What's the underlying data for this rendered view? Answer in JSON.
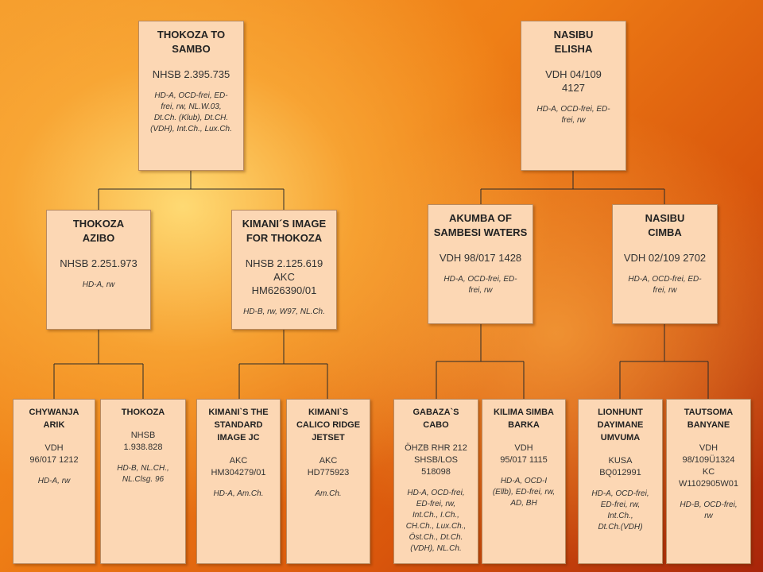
{
  "pedigree": {
    "sire": {
      "name": "THOKOZA TO\nSAMBO",
      "reg": "NHSB 2.395.735",
      "titles": "HD-A, OCD-frei, ED-\nfrei, rw, NL.W.03,\nDt.Ch. (Klub), Dt.CH.\n(VDH), Int.Ch., Lux.Ch."
    },
    "dam": {
      "name": "NASIBU\nELISHA",
      "reg": "VDH 04/109\n4127",
      "titles": "HD-A, OCD-frei, ED-\nfrei, rw"
    },
    "sire_sire": {
      "name": "THOKOZA\nAZIBO",
      "reg": "NHSB 2.251.973",
      "titles": "HD-A, rw"
    },
    "sire_dam": {
      "name": "KIMANI´S IMAGE\nFOR THOKOZA",
      "reg": "NHSB 2.125.619\nAKC\nHM626390/01",
      "titles": "HD-B, rw, W97, NL.Ch."
    },
    "dam_sire": {
      "name": "AKUMBA OF\nSAMBESI WATERS",
      "reg": "VDH 98/017 1428",
      "titles": "HD-A, OCD-frei, ED-\nfrei, rw"
    },
    "dam_dam": {
      "name": "NASIBU\nCIMBA",
      "reg": "VDH 02/109 2702",
      "titles": "HD-A, OCD-frei, ED-\nfrei, rw"
    },
    "g1": {
      "name": "CHYWANJA\nARIK",
      "reg": "VDH\n96/017 1212",
      "titles": "HD-A, rw"
    },
    "g2": {
      "name": "THOKOZA",
      "reg": "NHSB\n1.938.828",
      "titles": "HD-B, NL.CH.,\nNL.Clsg. 96"
    },
    "g3": {
      "name": "KIMANI`S THE\nSTANDARD\nIMAGE JC",
      "reg": "AKC\nHM304279/01",
      "titles": "HD-A, Am.Ch."
    },
    "g4": {
      "name": "KIMANI`S\nCALICO RIDGE\nJETSET",
      "reg": "AKC\nHD775923",
      "titles": "Am.Ch."
    },
    "g5": {
      "name": "GABAZA`S\nCABO",
      "reg": "ÖHZB RHR 212\nSHSB/LOS\n518098",
      "titles": "HD-A, OCD-frei,\nED-frei, rw,\nInt.Ch., I.Ch.,\nCH.Ch., Lux.Ch.,\nÖst.Ch., Dt.Ch.\n(VDH), NL.Ch."
    },
    "g6": {
      "name": "KILIMA SIMBA\nBARKA",
      "reg": "VDH\n95/017 1115",
      "titles": "HD-A, OCD-I\n(Ellb), ED-frei, rw,\nAD, BH"
    },
    "g7": {
      "name": "LIONHUNT\nDAYIMANE\nUMVUMA",
      "reg": "KUSA\nBQ012991",
      "titles": "HD-A, OCD-frei,\nED-frei, rw,\nInt.Ch.,\nDt.Ch.(VDH)"
    },
    "g8": {
      "name": "TAUTSOMA\nBANYANE",
      "reg": "VDH\n98/109Ü1324\nKC\nW1102905W01",
      "titles": "HD-B, OCD-frei,\nrw"
    }
  },
  "colors": {
    "box_fill": "#fcd7b4",
    "box_border": "#b98a60",
    "connector": "#2a2a2a"
  }
}
